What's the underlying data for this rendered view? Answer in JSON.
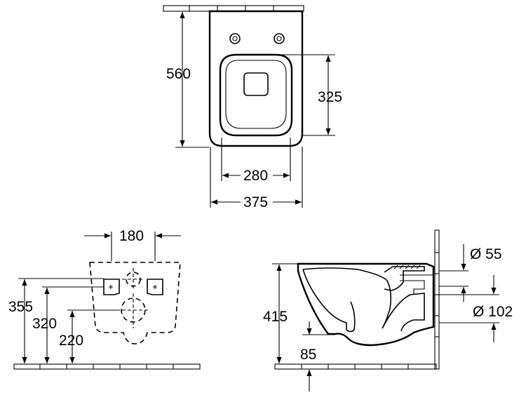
{
  "top_view": {
    "total_length": "560",
    "seat_opening_length": "325",
    "inner_width": "280",
    "outer_width": "375"
  },
  "front_view": {
    "fixing_centers": "180",
    "fixing_height": "355",
    "outlet_height_upper": "320",
    "outlet_height_lower": "220"
  },
  "side_view": {
    "overall_height": "415",
    "outlet_offset": "85",
    "inlet_diameter": "Ø 55",
    "outlet_diameter": "Ø 102"
  }
}
